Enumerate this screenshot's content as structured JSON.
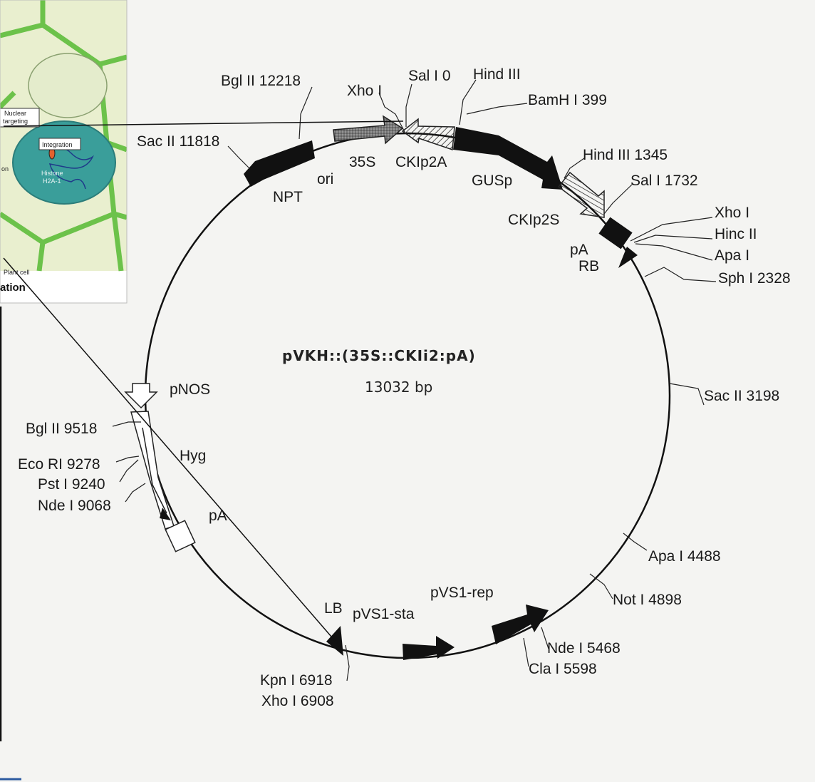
{
  "plasmid": {
    "name": "pVKH::(35S::CKIi2:pA)",
    "size": "13032 bp"
  },
  "features": {
    "ori": "ori",
    "npt": "NPT",
    "s35": "35S",
    "ckip2a": "CKIp2A",
    "gusp": "GUSp",
    "ckip2s": "CKIp2S",
    "pa_top": "pA",
    "rb": "RB",
    "pnos": "pNOS",
    "hyg": "Hyg",
    "pa_left": "pA",
    "lb": "LB",
    "pvs1sta": "pVS1-sta",
    "pvs1rep": "pVS1-rep"
  },
  "sites": {
    "bgl12218": "Bgl II 12218",
    "xho_top": "Xho I",
    "sal0": "Sal I 0",
    "hind_top": "Hind III",
    "bamh399": "BamH I 399",
    "sac11818": "Sac II 11818",
    "hind1345": "Hind III 1345",
    "sal1732": "Sal I 1732",
    "xho_right": "Xho I",
    "hinc": "Hinc II",
    "apa_right": "Apa I",
    "sph2328": "Sph I 2328",
    "sac3198": "Sac II 3198",
    "apa4488": "Apa I 4488",
    "not4898": "Not I 4898",
    "nde5468": "Nde I 5468",
    "cla5598": "Cla I 5598",
    "kpn6918": "Kpn I 6918",
    "xho6908": "Xho I 6908",
    "bgl9518": "Bgl II 9518",
    "eco9278": "Eco RI 9278",
    "pst9240": "Pst I 9240",
    "nde9068": "Nde I 9068"
  },
  "inset": {
    "nuclear_line1": "Nuclear",
    "nuclear_line2": "targeting",
    "integration": "Integration",
    "histone_line1": "Histone",
    "histone_line2": "H2A-1",
    "fragment": "on",
    "plant_cell": "Plant cell",
    "caption": "ation"
  },
  "colors": {
    "cell_wall": "#6cc24a",
    "cytoplasm": "#e9efcf",
    "nucleus": "#3a9e9a"
  }
}
